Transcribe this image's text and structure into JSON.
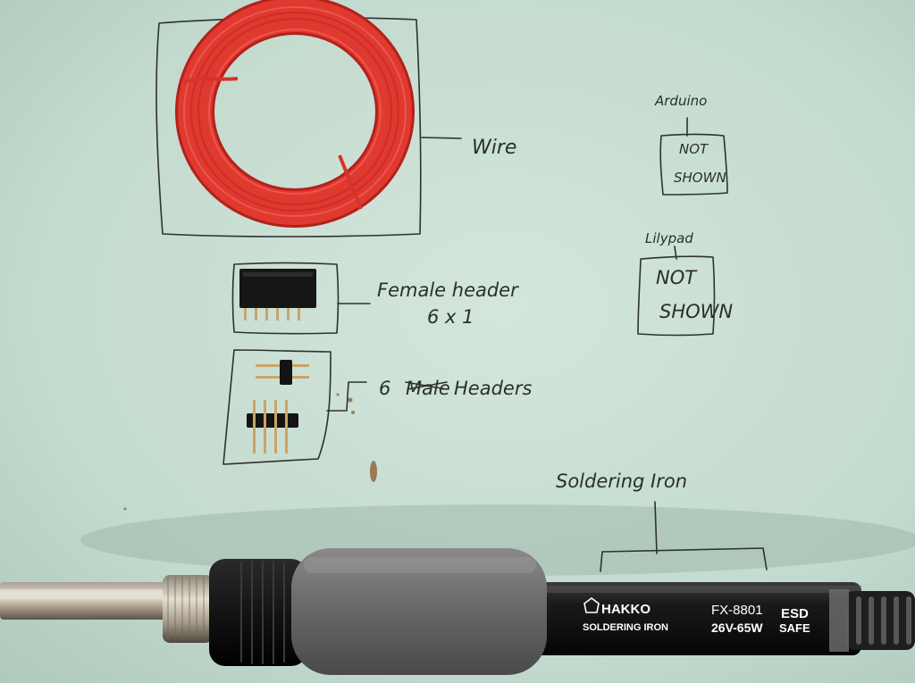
{
  "labels": {
    "wire": "Wire",
    "female_header_line1": "Female header",
    "female_header_line2": "6 x 1",
    "male_headers_count": "6",
    "male_headers_struck": "Male",
    "male_headers_word": "Headers",
    "arduino": "Arduino",
    "arduino_box_line1": "NOT",
    "arduino_box_line2": "SHOWN",
    "lilypad": "Lilypad",
    "lilypad_box_line1": "NOT",
    "lilypad_box_line2": "SHOWN",
    "soldering_iron": "Soldering Iron"
  },
  "iron_print": {
    "brand": "HAKKO",
    "model": "FX-8801",
    "type": "SOLDERING IRON",
    "rating": "26V-65W",
    "esd_line1": "ESD",
    "esd_line2": "SAFE"
  },
  "colors": {
    "paper": "#c9ddd2",
    "wire": "#d8322a",
    "ink": "#2e3230",
    "grip": "#6e6d6e",
    "iron_body": "#171717"
  }
}
